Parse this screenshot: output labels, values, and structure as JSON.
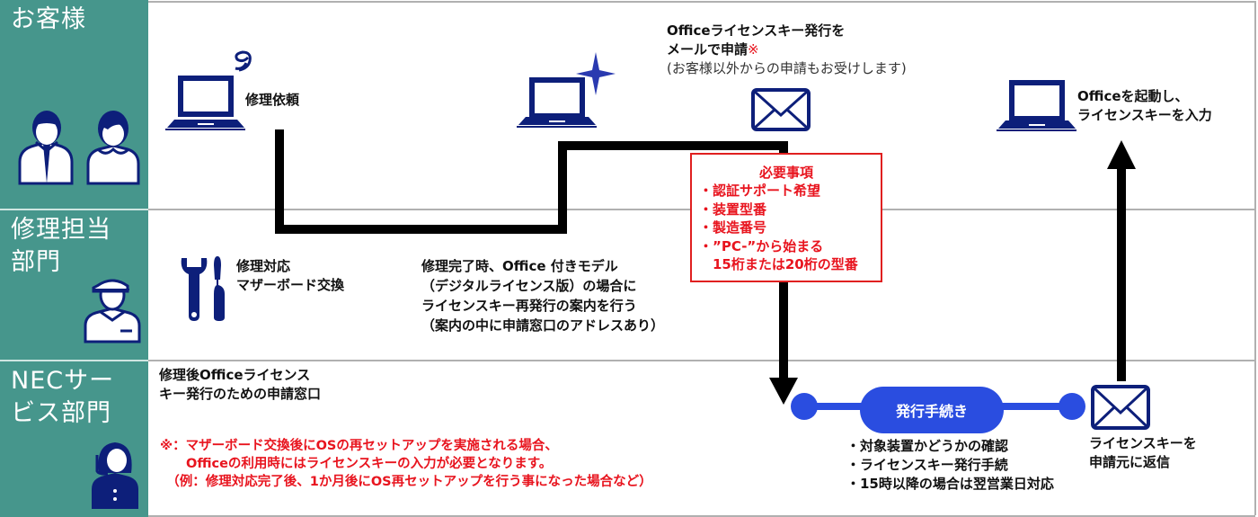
{
  "lanes": [
    {
      "title": "お客様"
    },
    {
      "title_line1": "修理担当",
      "title_line2": "部門"
    },
    {
      "title_line1": "NECサー",
      "title_line2": "ビス部門"
    }
  ],
  "customer": {
    "repair_request": "修理依頼",
    "mail_request_line1": "Officeライセンスキー発行を",
    "mail_request_line2": "メールで申請",
    "mail_request_mark": "※",
    "mail_request_note": "(お客様以外からの申請もお受けします)",
    "start_office_line1": "Officeを起動し、",
    "start_office_line2": "ライセンスキーを入力"
  },
  "repair_dept": {
    "action_line1": "修理対応",
    "action_line2": "マザーボード交換",
    "guide_lines": [
      "修理完了時、Office 付きモデル",
      "（デジタルライセンス版）の場合に",
      "ライセンスキー再発行の案内を行う",
      "（案内の中に申請窓口のアドレスあり）"
    ]
  },
  "required_items": {
    "heading": "必要事項",
    "items": [
      "・認証サポート希望",
      "・装置型番",
      "・製造番号",
      "・”PC-”から始まる",
      "　15桁または20桁の型番"
    ]
  },
  "nec_service": {
    "window_line1": "修理後Officeライセンス",
    "window_line2": "キー発行のための申請窓口",
    "note_lines": [
      "※：マザーボード交換後にOSの再セットアップを実施される場合、",
      "　　Officeの利用時にはライセンスキーの入力が必要となります。",
      "　（例：修理対応完了後、1か月後にOS再セットアップを行う事になった場合など）"
    ],
    "process_label": "発行手続き",
    "process_steps": [
      "・対象装置かどうかの確認",
      "・ライセンスキー発行手続",
      "・15時以降の場合は翌営業日対応"
    ],
    "reply_line1": "ライセンスキーを",
    "reply_line2": "申請元に返信"
  },
  "colors": {
    "lane_bg": "#46968c",
    "icon_navy": "#0d1f7a",
    "process_blue": "#2a4de0",
    "alert_red": "#e8141e",
    "flow_black": "#000000"
  }
}
